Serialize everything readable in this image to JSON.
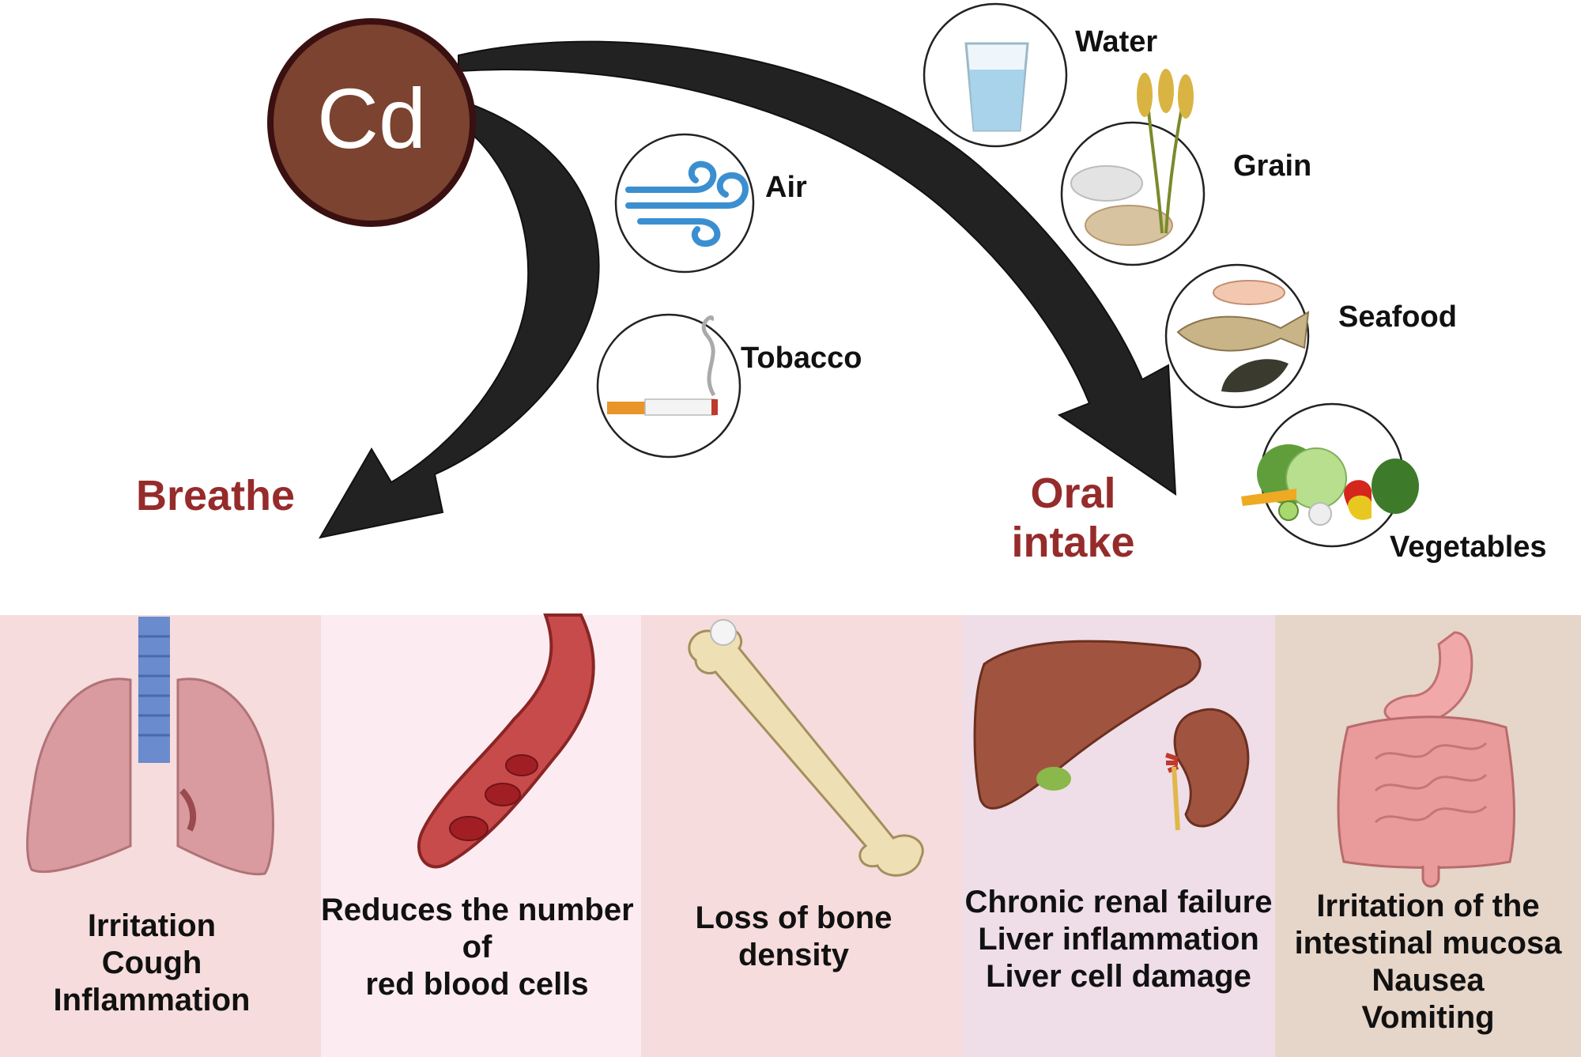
{
  "element": {
    "symbol": "Cd",
    "color": "#7b4330",
    "ring_color": "#3a1010"
  },
  "routes": {
    "breathe": {
      "label": "Breathe",
      "color": "#962b2b"
    },
    "oral": {
      "label_lines": [
        "Oral",
        "intake"
      ],
      "color": "#962b2b"
    }
  },
  "sources": {
    "air": {
      "label": "Air",
      "icon": "wind-icon"
    },
    "tobacco": {
      "label": "Tobacco",
      "icon": "cigarette-icon"
    },
    "water": {
      "label": "Water",
      "icon": "glass-of-water-icon"
    },
    "grain": {
      "label": "Grain",
      "icon": "wheat-grain-icon"
    },
    "seafood": {
      "label": "Seafood",
      "icon": "fish-shrimp-mussel-icon"
    },
    "vegetables": {
      "label": "Vegetables",
      "icon": "vegetables-icon"
    }
  },
  "effects": [
    {
      "organ": "lungs-icon",
      "bg": "#f6dcdc",
      "lines": [
        "Irritation",
        "Cough",
        "Inflammation"
      ]
    },
    {
      "organ": "blood-vessel-icon",
      "bg": "#fcecf2",
      "lines": [
        "Reduces the number",
        "of",
        "red blood cells"
      ]
    },
    {
      "organ": "bone-icon",
      "bg": "#f6dcdc",
      "lines": [
        "Loss of bone",
        "density"
      ]
    },
    {
      "organ": "liver-kidney-icon",
      "bg": "#efdde8",
      "lines": [
        "Chronic renal failure",
        "Liver inflammation",
        "Liver cell damage"
      ]
    },
    {
      "organ": "digestive-tract-icon",
      "bg": "#e6d5c9",
      "lines": [
        "Irritation of the",
        "intestinal mucosa",
        "Nausea",
        "Vomiting"
      ]
    }
  ]
}
